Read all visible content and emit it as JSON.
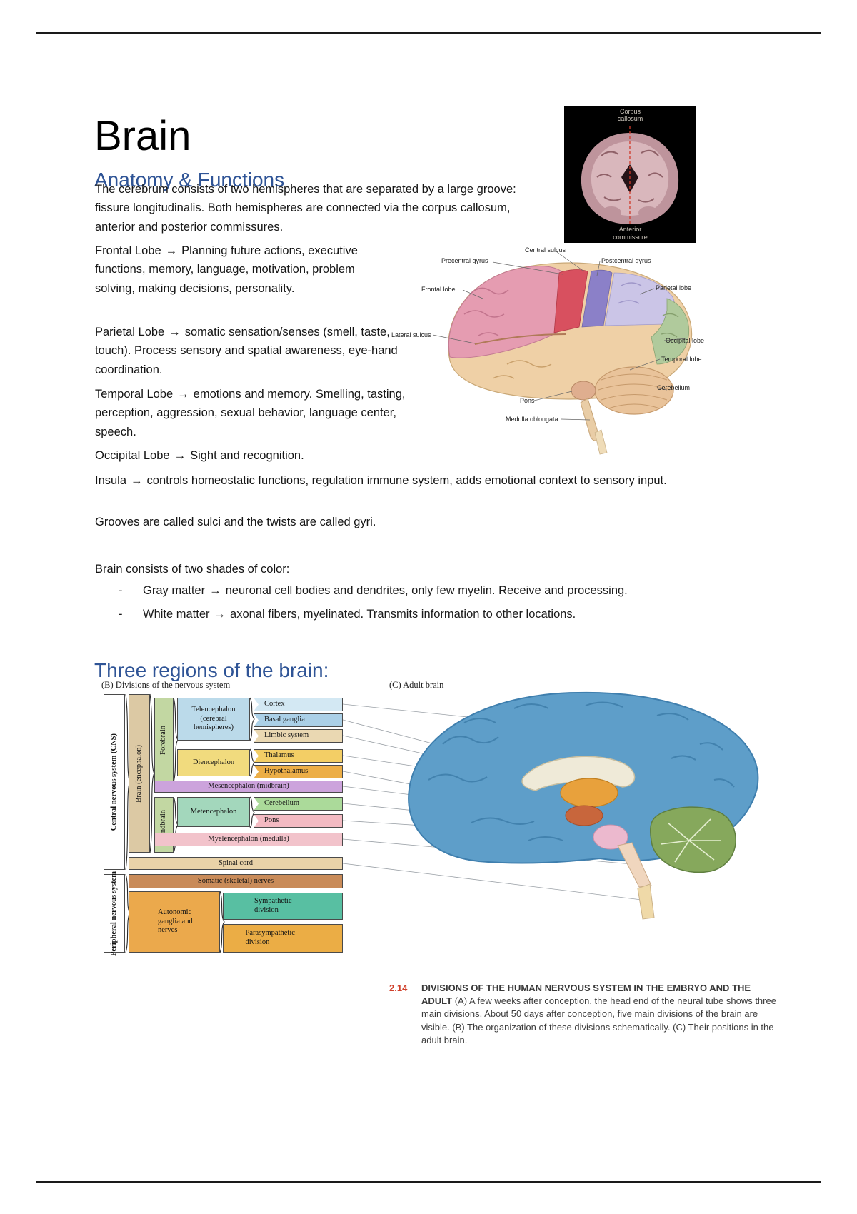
{
  "arrow": "→",
  "dash": "-",
  "doc": {
    "title": "Brain",
    "h_anatomy": "Anatomy & Functions",
    "intro": "The cerebrum consists of two hemispheres that are separated by a large groove: fissure longitudinalis. Both hemispheres are connected via the corpus callosum, anterior and posterior commissures.",
    "lobes": [
      {
        "lead": "Frontal Lobe",
        "text": "Planning future actions, executive functions, memory, language, motivation, problem solving, making decisions, personality."
      },
      {
        "lead": "Parietal Lobe",
        "text": "somatic sensation/senses (smell, taste, touch). Process sensory and spatial awareness, eye-hand coordination."
      },
      {
        "lead": "Temporal Lobe",
        "text": "emotions and memory. Smelling, tasting, perception, aggression, sexual behavior, language center, speech."
      },
      {
        "lead": "Occipital Lobe",
        "text": "Sight and recognition."
      },
      {
        "lead": "Insula",
        "text": "controls homeostatic functions, regulation immune system, adds emotional context to sensory input."
      }
    ],
    "grooves": "Grooves are called sulci and the twists are called gyri.",
    "shades_intro": "Brain consists of two shades of color:",
    "shades": [
      {
        "lead": "Gray matter",
        "text": "neuronal cell bodies and dendrites, only few myelin. Receive and processing."
      },
      {
        "lead": "White matter",
        "text": "axonal fibers, myelinated. Transmits information to other locations."
      }
    ],
    "h_regions": "Three regions of the brain:"
  },
  "coronal": {
    "top_label": "Corpus callosum",
    "bottom_label": "Anterior commissure"
  },
  "lateral": {
    "precentral": "Precentral gyrus",
    "central": "Central sulcus",
    "postcentral": "Postcentral gyrus",
    "frontal": "Frontal lobe",
    "parietal": "Parietal lobe",
    "lateral_sulcus": "Lateral sulcus",
    "occipital": "Occipital lobe",
    "temporal": "Temporal lobe",
    "cerebellum": "Cerebellum",
    "pons": "Pons",
    "medulla": "Medulla oblongata"
  },
  "figure": {
    "label_b": "(B)  Divisions of the nervous system",
    "label_c": "(C)  Adult brain",
    "cns": "Central nervous system (CNS)",
    "pns": "Peripheral nervous system",
    "brain_enc": "Brain (encephalon)",
    "forebrain": "Forebrain",
    "hindbrain": "Hindbrain",
    "telencephalon": "Telencephalon (cerebral hemispheres)",
    "diencephalon": "Diencephalon",
    "mesencephalon": "Mesencephalon (midbrain)",
    "metencephalon": "Metencephalon",
    "myelencephalon": "Myelencephalon (medulla)",
    "cortex": "Cortex",
    "basal": "Basal ganglia",
    "limbic": "Limbic system",
    "thalamus": "Thalamus",
    "hypothalamus": "Hypothalamus",
    "cerebellum": "Cerebellum",
    "pons": "Pons",
    "spinal": "Spinal cord",
    "somatic": "Somatic (skeletal) nerves",
    "autonomic": "Autonomic ganglia and nerves",
    "sympathetic": "Sympathetic division",
    "parasympathetic": "Parasympathetic division"
  },
  "caption": {
    "number": "2.14",
    "title": "DIVISIONS OF THE HUMAN NERVOUS SYSTEM IN THE EMBRYO AND THE ADULT",
    "body": "(A) A few weeks after conception, the head end of the neural tube shows three main divisions. About 50 days after conception, five main divisions of the brain are visible. (B) The organization of these divisions schematically. (C) Their positions in the adult brain."
  },
  "colors": {
    "heading_blue": "#2F5496",
    "caption_red": "#D0402B"
  }
}
